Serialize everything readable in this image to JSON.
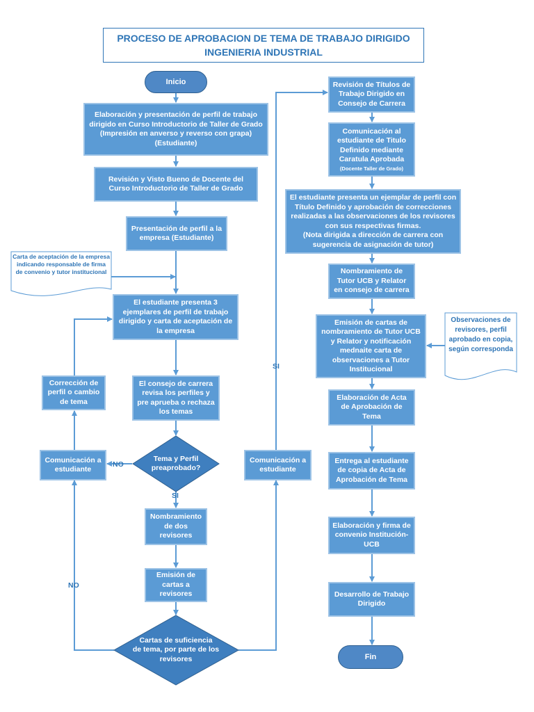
{
  "title": {
    "line1": "PROCESO DE APROBACION DE TEMA DE TRABAJO DIRIGIDO",
    "line2": "INGENIERIA INDUSTRIAL"
  },
  "colors": {
    "box_fill": "#5b9bd5",
    "box_border": "#9dc3e6",
    "title_text": "#2e75b6",
    "connector": "#5b9bd5",
    "terminal_fill": "#4f88c6",
    "decision_fill": "#3f7fbf"
  },
  "nodes": {
    "inicio": "Inicio",
    "elaboracion": "Elaboración y presentación de perfil de trabajo dirigido en Curso Introductorio de Taller de Grado\n(Impresión  en anverso y reverso con grapa)\n(Estudiante)",
    "revision_docente": "Revisión y Visto Bueno de Docente del Curso Introductorio de Taller de Grado",
    "presentacion_empresa": "Presentación de perfil a la empresa (Estudiante)",
    "doc_carta": "Carta de aceptación de la empresa indicando responsable de firma de convenio y tutor institucional",
    "presenta_3": "El estudiante presenta 3 ejemplares de perfil de trabajo dirigido y carta de aceptación de la empresa",
    "consejo_revisa": "El consejo de carrera revisa los perfiles y pre aprueba o rechaza los temas",
    "decision_1": "Tema y Perfil\npreaprobado?",
    "correccion": "Corrección de perfil o cambio de tema",
    "comunicacion_izq": "Comunicación a estudiante",
    "nombramiento_revisores": "Nombramiento de dos revisores",
    "emision_revisores": "Emisión de cartas a revisores",
    "decision_2": "Cartas de suficiencia\nde tema, por parte de los\nrevisores",
    "comunicacion_centro": "Comunicación a estudiante",
    "revision_titulos": "Revisión de Títulos de Trabajo Dirigido en Consejo de Carrera",
    "comunicacion_titulo": "Comunicación al estudiante de Titulo Definido mediante Caratula Aprobada",
    "comunicacion_titulo_note": "(Docente Taller de Grado)",
    "presenta_ejemplar": "El estudiante presenta un ejemplar de perfil con Título Definido y aprobación  de correcciones realizadas a las observaciones de los revisores con sus respectivas firmas.\n(Nota dirigida a dirección de carrera con sugerencia de asignación de tutor)",
    "nombramiento_tutor": "Nombramiento de Tutor UCB y Relator en consejo de carrera",
    "emision_tutor": "Emisión de cartas de nombramiento de Tutor UCB y Relator y notificación mednaite carta de observaciones a Tutor Institucional",
    "doc_observaciones": "Observaciones de revisores, perfil aprobado en copia, según corresponda",
    "acta": "Elaboración de Acta de Aprobación de Tema",
    "entrega": "Entrega al estudiante de copia de Acta de Aprobación de Tema",
    "convenio": "Elaboración y firma de convenio Institución-UCB",
    "desarrollo": "Desarrollo de Trabajo Dirigido",
    "fin": "Fin"
  },
  "labels": {
    "no_1": "NO",
    "si_1": "SI",
    "no_2": "NO",
    "si_2": "SI"
  }
}
